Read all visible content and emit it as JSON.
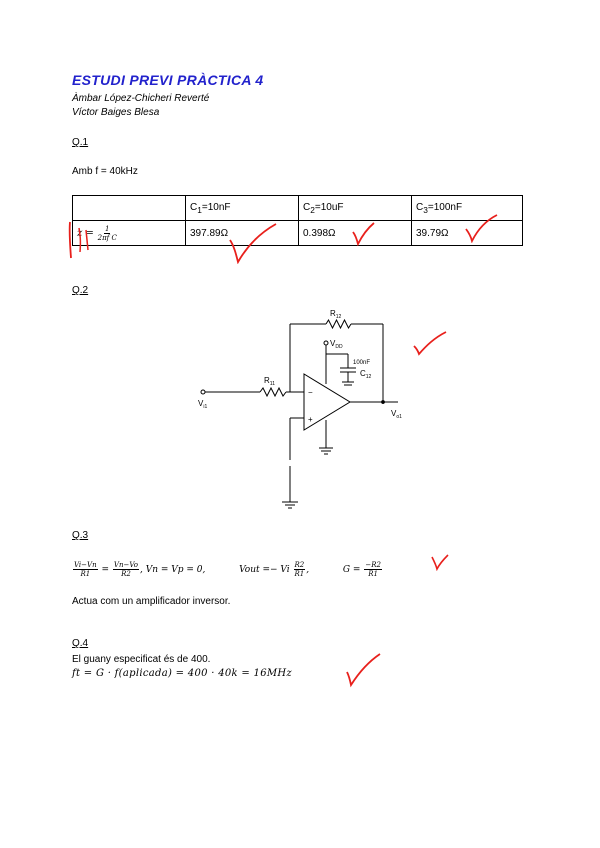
{
  "title": "ESTUDI PREVI PRÀCTICA 4",
  "authors": [
    "Àmbar López-Chicheri Reverté",
    "Víctor Baiges Blesa"
  ],
  "q1": {
    "heading": "Q.1",
    "intro": "Amb f = 40kHz",
    "table": {
      "row_label": "z =",
      "formula_num": "1",
      "formula_den": "2πf C",
      "headers": [
        {
          "base": "C",
          "sub": "1",
          "rest": "=10nF"
        },
        {
          "base": "C",
          "sub": "2",
          "rest": "=10uF"
        },
        {
          "base": "C",
          "sub": "3",
          "rest": "=100nF"
        }
      ],
      "values": [
        "397.89Ω",
        "0.398Ω",
        "39.79Ω"
      ]
    }
  },
  "q2": {
    "heading": "Q.2",
    "circuit": {
      "r_feedback": "R",
      "r_feedback_sub": "12",
      "r_input": "R",
      "r_input_sub": "11",
      "vdd": "V",
      "vdd_sub": "DD",
      "cap_value": "100nF",
      "cap": "C",
      "cap_sub": "12",
      "vin": "V",
      "vin_sub": "i1",
      "vout": "V",
      "vout_sub": "o1",
      "minus": "−",
      "plus": "+"
    }
  },
  "q3": {
    "heading": "Q.3",
    "eq1_n1": "Vi−Vn",
    "eq1_d1": "R1",
    "eq1_eq": "=",
    "eq1_n2": "Vn−Vo",
    "eq1_d2": "R2",
    "eq1_tail": ", Vn = Vp = 0,",
    "eq2_head": "Vout =− Vi",
    "eq2_num": "R2",
    "eq2_den": "R1",
    "eq2_tail": ",",
    "eq3_head": "G =",
    "eq3_num": "−R2",
    "eq3_den": "R1",
    "note": "Actua com un amplificador inversor."
  },
  "q4": {
    "heading": "Q.4",
    "text": "El guany especificat és de 400.",
    "formula": "ft = G · f(aplicada) = 400 · 40k = 16MHz"
  },
  "annotation_color": "#e8201c"
}
